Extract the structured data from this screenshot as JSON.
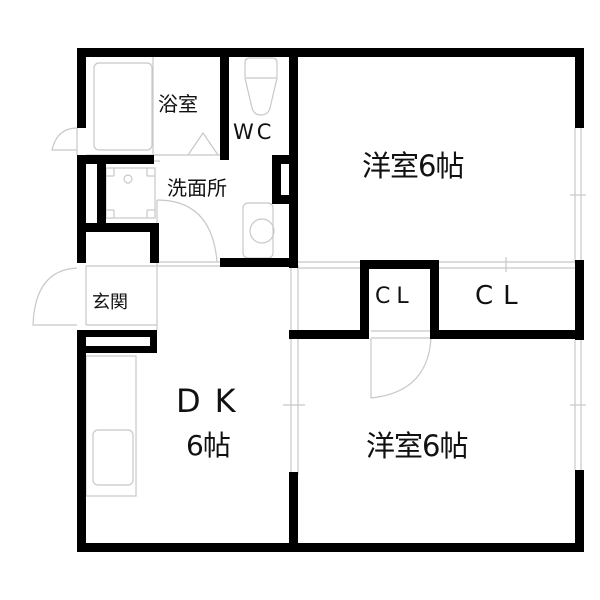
{
  "floorplan": {
    "rooms": {
      "bathroom": "浴室",
      "wc": "WC",
      "washroom": "洗面所",
      "entrance": "玄関",
      "western_room_1": "洋室6帖",
      "western_room_2": "洋室6帖",
      "closet_small": "CL",
      "closet_large": "CL",
      "dk": "DK",
      "dk_size": "6帖"
    },
    "colors": {
      "wall": "#000000",
      "fixture_line": "#c8c8c8",
      "background": "#ffffff",
      "text": "#111111"
    }
  }
}
